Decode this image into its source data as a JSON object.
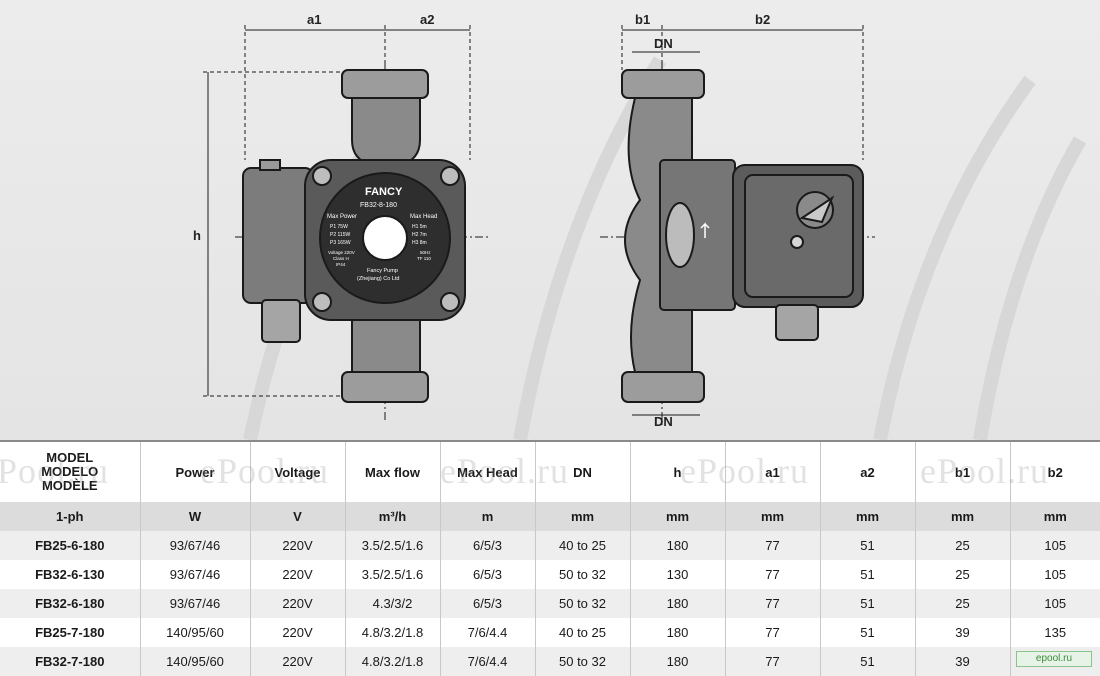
{
  "drawing": {
    "dims": {
      "a1": "a1",
      "a2": "a2",
      "h": "h",
      "b1": "b1",
      "b2": "b2",
      "dn_top": "DN",
      "dn_bottom": "DN"
    },
    "nameplate": {
      "brand": "FANCY",
      "model": "FB32-8-180",
      "max_power_label": "Max Power",
      "max_head_label": "Max Head",
      "p1": "P1 75W",
      "p2": "P2 115W",
      "p3": "P3 165W",
      "h1": "H1 5m",
      "h2": "H2 7m",
      "h3": "H3 8m",
      "voltage": "Voltage 220V",
      "class": "Class H",
      "ip": "IP44",
      "freq": "50Hz",
      "tf": "TF 110",
      "maker_1": "Fancy Pump",
      "maker_2": "(Zhejiang) Co Ltd"
    }
  },
  "table": {
    "headers": {
      "model_1": "MODEL",
      "model_2": "MODELO",
      "model_3": "MODÈLE",
      "power": "Power",
      "voltage": "Voltage",
      "max_flow": "Max flow",
      "max_head": "Max Head",
      "dn": "DN",
      "h": "h",
      "a1": "a1",
      "a2": "a2",
      "b1": "b1",
      "b2": "b2"
    },
    "units": [
      "1-ph",
      "W",
      "V",
      "m³/h",
      "m",
      "mm",
      "mm",
      "mm",
      "mm",
      "mm",
      "mm"
    ],
    "rows": [
      [
        "FB25-6-180",
        "93/67/46",
        "220V",
        "3.5/2.5/1.6",
        "6/5/3",
        "40 to 25",
        "180",
        "77",
        "51",
        "25",
        "105"
      ],
      [
        "FB32-6-130",
        "93/67/46",
        "220V",
        "3.5/2.5/1.6",
        "6/5/3",
        "50 to 32",
        "130",
        "77",
        "51",
        "25",
        "105"
      ],
      [
        "FB32-6-180",
        "93/67/46",
        "220V",
        "4.3/3/2",
        "6/5/3",
        "50 to 32",
        "180",
        "77",
        "51",
        "25",
        "105"
      ],
      [
        "FB25-7-180",
        "140/95/60",
        "220V",
        "4.8/3.2/1.8",
        "7/6/4.4",
        "40 to 25",
        "180",
        "77",
        "51",
        "39",
        "135"
      ],
      [
        "FB32-7-180",
        "140/95/60",
        "220V",
        "4.8/3.2/1.8",
        "7/6/4.4",
        "50 to 32",
        "180",
        "77",
        "51",
        "39",
        "135"
      ]
    ]
  },
  "watermark": "ePool.ru",
  "badge": "epool.ru"
}
